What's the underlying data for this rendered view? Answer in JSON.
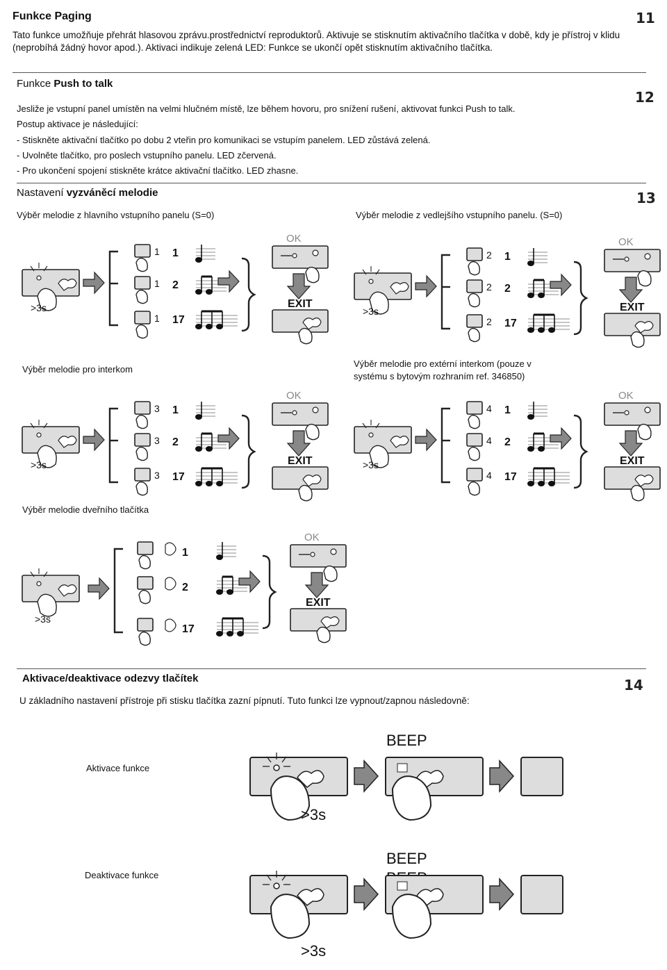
{
  "s11": {
    "title": "Funkce Paging",
    "num": "11",
    "text1": "Tato funkce umožňuje přehrát hlasovou zprávu.prostřednictví reproduktorů. Aktivuje se stisknutím aktivačního tlačítka v době, kdy je přístroj v klidu",
    "text2": "(neprobíhá žádný hovor apod.). Aktivaci indikuje zelená LED: Funkce se ukončí opět stisknutím aktivačního tlačítka."
  },
  "s12": {
    "title_pre": "Funkce ",
    "title_bold": "Push to talk",
    "num": "12",
    "lines": [
      "Jesliže je vstupní panel umístěn na velmi hlučném místě, lze během hovoru, pro snížení rušení, aktivovat funkci Push to talk.",
      "Postup aktivace je následující:",
      "- Stiskněte aktivační tlačítko po dobu 2 vteřin pro komunikaci se vstupím panelem. LED zůstává zelená.",
      "- Uvolněte tlačítko, pro poslech vstupního panelu. LED zčervená.",
      "- Pro ukončení spojení stiskněte krátce aktivační tlačítko. LED zhasne."
    ]
  },
  "s13": {
    "title_pre": "Nastavení ",
    "title_bold": "vyzváněcí melodie",
    "num": "13",
    "label_main": "Výběr melodie z hlavního vstupního panelu (S=0)",
    "label_secondary": "Výběr melodie z vedlejšího vstupního panelu. (S=0)",
    "label_intercom": "Výběr melodie pro interkom",
    "label_ext_1": "Výběr melodie pro extérní interkom (pouze v",
    "label_ext_2": "systému s bytovým rozhraním ref. 346850)",
    "label_door": "Výběr melodie dveřního tlačítka",
    "press_time": ">3s",
    "ok": "OK",
    "exit": "EXIT",
    "melody_nums": [
      "1",
      "2",
      "17"
    ],
    "digits": {
      "main": "1",
      "secondary": "2",
      "intercom": "3",
      "external": "4"
    }
  },
  "s14": {
    "title": "Aktivace/deaktivace odezvy tlačítek",
    "num": "14",
    "text": "U základního nastavení přístroje při stisku tlačítka zazní pípnutí. Tuto funkci lze vypnout/zapnou následovně:",
    "activate_label": "Aktivace funkce",
    "deactivate_label": "Deaktivace funkce",
    "beep1": "BEEP",
    "beep2a": "BEEP",
    "beep2b": "BEEP",
    "press_time": ">3s"
  }
}
